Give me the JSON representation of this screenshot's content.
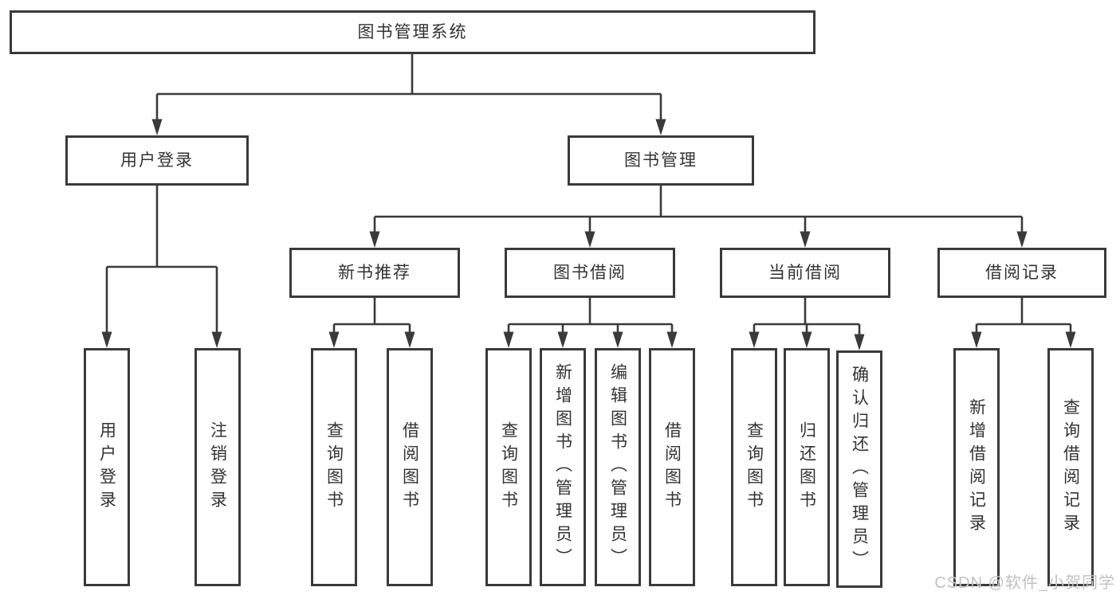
{
  "diagram": {
    "type": "hierarchy",
    "colors": {
      "line": "#3a3a3a",
      "box_border": "#3a3a3a",
      "box_fill": "#ffffff",
      "text": "#333333",
      "background": "#ffffff",
      "watermark": "#c2c2c2"
    },
    "tree": {
      "label": "图书管理系统",
      "children": [
        {
          "label": "用户登录",
          "children": [
            {
              "label": "用户登录"
            },
            {
              "label": "注销登录"
            }
          ]
        },
        {
          "label": "图书管理",
          "children": [
            {
              "label": "新书推荐",
              "children": [
                {
                  "label": "查询图书"
                },
                {
                  "label": "借阅图书"
                }
              ]
            },
            {
              "label": "图书借阅",
              "children": [
                {
                  "label": "查询图书"
                },
                {
                  "label": "新增图书（管理员）"
                },
                {
                  "label": "编辑图书（管理员）"
                },
                {
                  "label": "借阅图书"
                }
              ]
            },
            {
              "label": "当前借阅",
              "children": [
                {
                  "label": "查询图书"
                },
                {
                  "label": "归还图书"
                },
                {
                  "label": "确认归还（管理员）"
                }
              ]
            },
            {
              "label": "借阅记录",
              "children": [
                {
                  "label": "新增借阅记录"
                },
                {
                  "label": "查询借阅记录"
                }
              ]
            }
          ]
        }
      ]
    },
    "watermark": {
      "text": "CSDN @软件_小贺同学"
    }
  }
}
